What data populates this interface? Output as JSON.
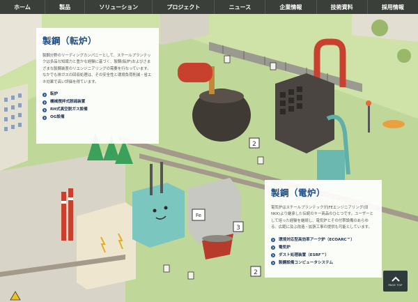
{
  "nav": {
    "items": [
      {
        "label": "ホーム"
      },
      {
        "label": "製品"
      },
      {
        "label": "ソリューション"
      },
      {
        "label": "プロジェクト"
      },
      {
        "label": "ニュース"
      },
      {
        "label": "企業情報"
      },
      {
        "label": "技術資料"
      },
      {
        "label": "採用情報"
      }
    ]
  },
  "panels": {
    "converter": {
      "title": "製鋼（転炉）",
      "description": "製鋼分野のリーディングカンパニーとして、スチールプランテックは多品な知識力と豊かな経験に基づく、製鋼(転炉)およびさまざまな製鋼装置のリエンジニアリングの需要を行なっています。なかでも排ガスの回収処理は、その安全性と環境負荷削減・省エネ効果で高い評価を得ています。",
      "items": [
        "転炉",
        "機械撹拌式脱硫装置",
        "RH式真空脱ガス設備",
        "OG設備"
      ]
    },
    "eaf": {
      "title": "製鋼（電炉）",
      "description": "電気炉はスチールプランテックがJFEエンジニアリング(旧NKK)より継承した伝統のキー商品のひとつです。ユーザーとして培った経験を継続し、電気炉とその付帯設備のあらゆる、広範に及ぶ改造・拡張工事の提供も可能としています。",
      "items": [
        "環境対応型高効率アーク炉（ECOARC™）",
        "電気炉",
        "ダスト処理装置（ESRF™）",
        "製鋼設備コンピュータシステム"
      ]
    }
  },
  "scene": {
    "sign_labels": [
      "2",
      "2",
      "3",
      "Fe"
    ]
  },
  "pagetop": {
    "label": "PAGE TOP"
  }
}
